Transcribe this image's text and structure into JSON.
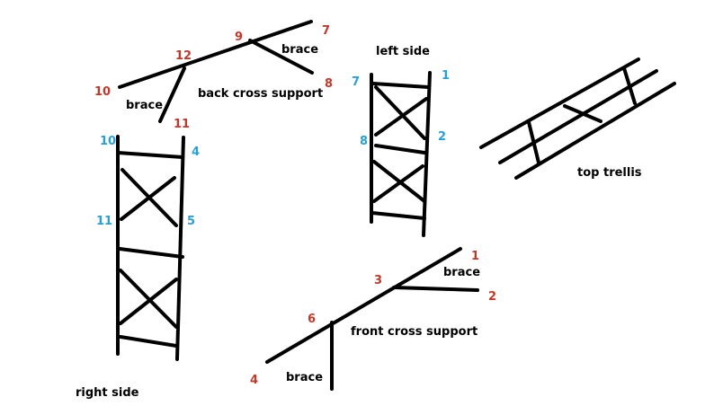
{
  "colors": {
    "red": "#c0392b",
    "blue": "#2a9fd6",
    "black": "#000000"
  },
  "labels": {
    "back_cross_support": "back cross support",
    "left_side": "left side",
    "top_trellis": "top trellis",
    "right_side": "right side",
    "front_cross_support": "front cross support",
    "brace_back_right": "brace",
    "brace_back_left": "brace",
    "brace_front_right": "brace",
    "brace_front_left": "brace"
  },
  "numbers": {
    "back": {
      "n7": "7",
      "n9": "9",
      "n12": "12",
      "n8": "8",
      "n10": "10",
      "n11": "11"
    },
    "left_side": {
      "n1": "1",
      "n7": "7",
      "n2": "2",
      "n8": "8"
    },
    "right_side": {
      "n10": "10",
      "n4": "4",
      "n11": "11",
      "n5": "5"
    },
    "front": {
      "n1": "1",
      "n3": "3",
      "n2": "2",
      "n6": "6",
      "n4": "4"
    }
  }
}
